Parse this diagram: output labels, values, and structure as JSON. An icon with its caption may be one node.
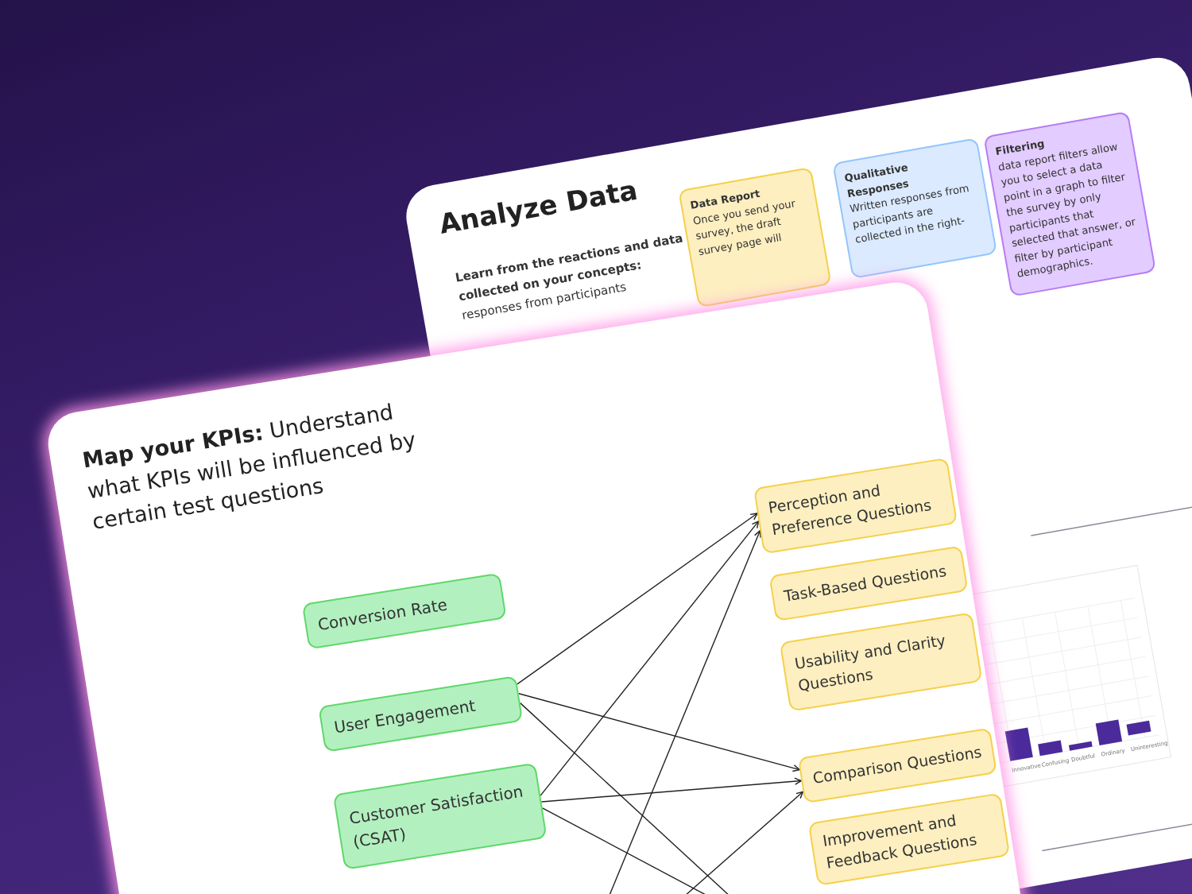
{
  "diagram": {
    "nodes": [
      {
        "text": [
          "Data Report",
          "Once you send your survey, the draft survey page will"
        ]
      },
      {
        "text": [
          "Qualitative Responses",
          "Written responses from participants are collected in the right-"
        ]
      },
      {
        "text": [
          "Filtering",
          "data report filters allow you to select a data point in a graph to filter the survey by only participants that selected that answer, or filter by participant demographics."
        ]
      },
      {
        "text": [
          "Conversion Rate"
        ]
      },
      {
        "text": [
          "User Engagement"
        ]
      },
      {
        "text": [
          "Customer Satisfaction (CSAT)"
        ]
      },
      {
        "text": [
          "Perception and Preference Questions"
        ]
      },
      {
        "text": [
          "Task-Based Questions"
        ]
      },
      {
        "text": [
          "Usability and Clarity Questions"
        ]
      },
      {
        "text": [
          "Comparison Questions"
        ]
      },
      {
        "text": [
          "Improvement and Feedback Questions"
        ]
      }
    ],
    "edges": [
      {
        "from": 4,
        "to": 6,
        "arrow": "to"
      },
      {
        "from": 4,
        "to": 9,
        "arrow": "to"
      },
      {
        "from": 4,
        "to": null,
        "arrow": "none"
      },
      {
        "from": 5,
        "to": 6,
        "arrow": "to"
      },
      {
        "from": 5,
        "to": 9,
        "arrow": "to"
      },
      {
        "from": 5,
        "to": null,
        "arrow": "none"
      },
      {
        "from": null,
        "to": 6,
        "arrow": "to"
      },
      {
        "from": null,
        "to": 9,
        "arrow": "to"
      }
    ],
    "labels": [
      "Analyze Data",
      "**Learn from the reactions and data collected on your concepts:** responses from participants",
      "**Map your KPIs:** Understand what KPIs will be influenced by certain test questions",
      "Innovative",
      "Confusing",
      "Doubtful",
      "Ordinary",
      "Uninteresting"
    ]
  }
}
